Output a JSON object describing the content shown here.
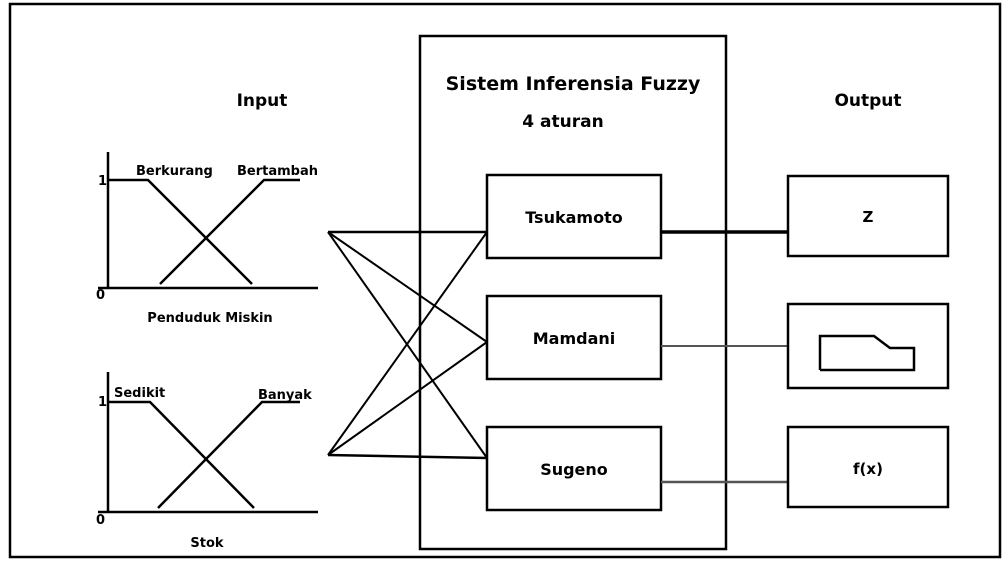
{
  "input_section": {
    "title": "Input",
    "graph1": {
      "label_one": "1",
      "label_zero": "0",
      "term_left": "Berkurang",
      "term_right": "Bertambah",
      "variable": "Penduduk Miskin"
    },
    "graph2": {
      "label_one": "1",
      "label_zero": "0",
      "term_left": "Sedikit",
      "term_right": "Banyak",
      "variable": "Stok"
    }
  },
  "fis": {
    "title": "Sistem Inferensia Fuzzy",
    "subtitle": "4 aturan",
    "methods": [
      "Tsukamoto",
      "Mamdani",
      "Sugeno"
    ]
  },
  "output_section": {
    "title": "Output",
    "z_label": "Z",
    "fx_label": "f(x)",
    "shape_icon": "output-fuzzy-set-shape"
  },
  "colors": {
    "line": "#000000",
    "background": "#ffffff",
    "connector_thin": "#555555"
  }
}
